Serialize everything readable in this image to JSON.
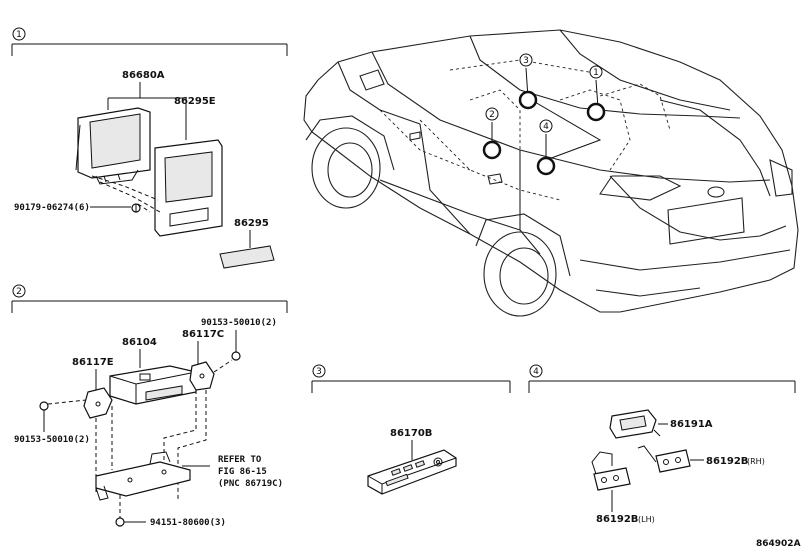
{
  "sections": {
    "s1": "1",
    "s2": "2",
    "s3": "3",
    "s4": "4"
  },
  "car_markers": [
    "1",
    "2",
    "3",
    "4"
  ],
  "parts": {
    "p86680A": "86680A",
    "p86295E": "86295E",
    "p86295": "86295",
    "p90179": "90179-06274(6)",
    "p86104": "86104",
    "p86117E": "86117E",
    "p86117C": "86117C",
    "p90153_top": "90153-50010(2)",
    "p90153_left": "90153-50010(2)",
    "p94151": "94151-80600(3)",
    "p86170B": "86170B",
    "p86191A": "86191A",
    "p86192B_rh": "86192B",
    "p86192B_rh_side": "(RH)",
    "p86192B_lh": "86192B",
    "p86192B_lh_side": "(LH)"
  },
  "refer": {
    "line1": "REFER TO",
    "line2": "FIG 86-15",
    "line3": "(PNC 86719C)"
  },
  "figure_id": "864902A"
}
